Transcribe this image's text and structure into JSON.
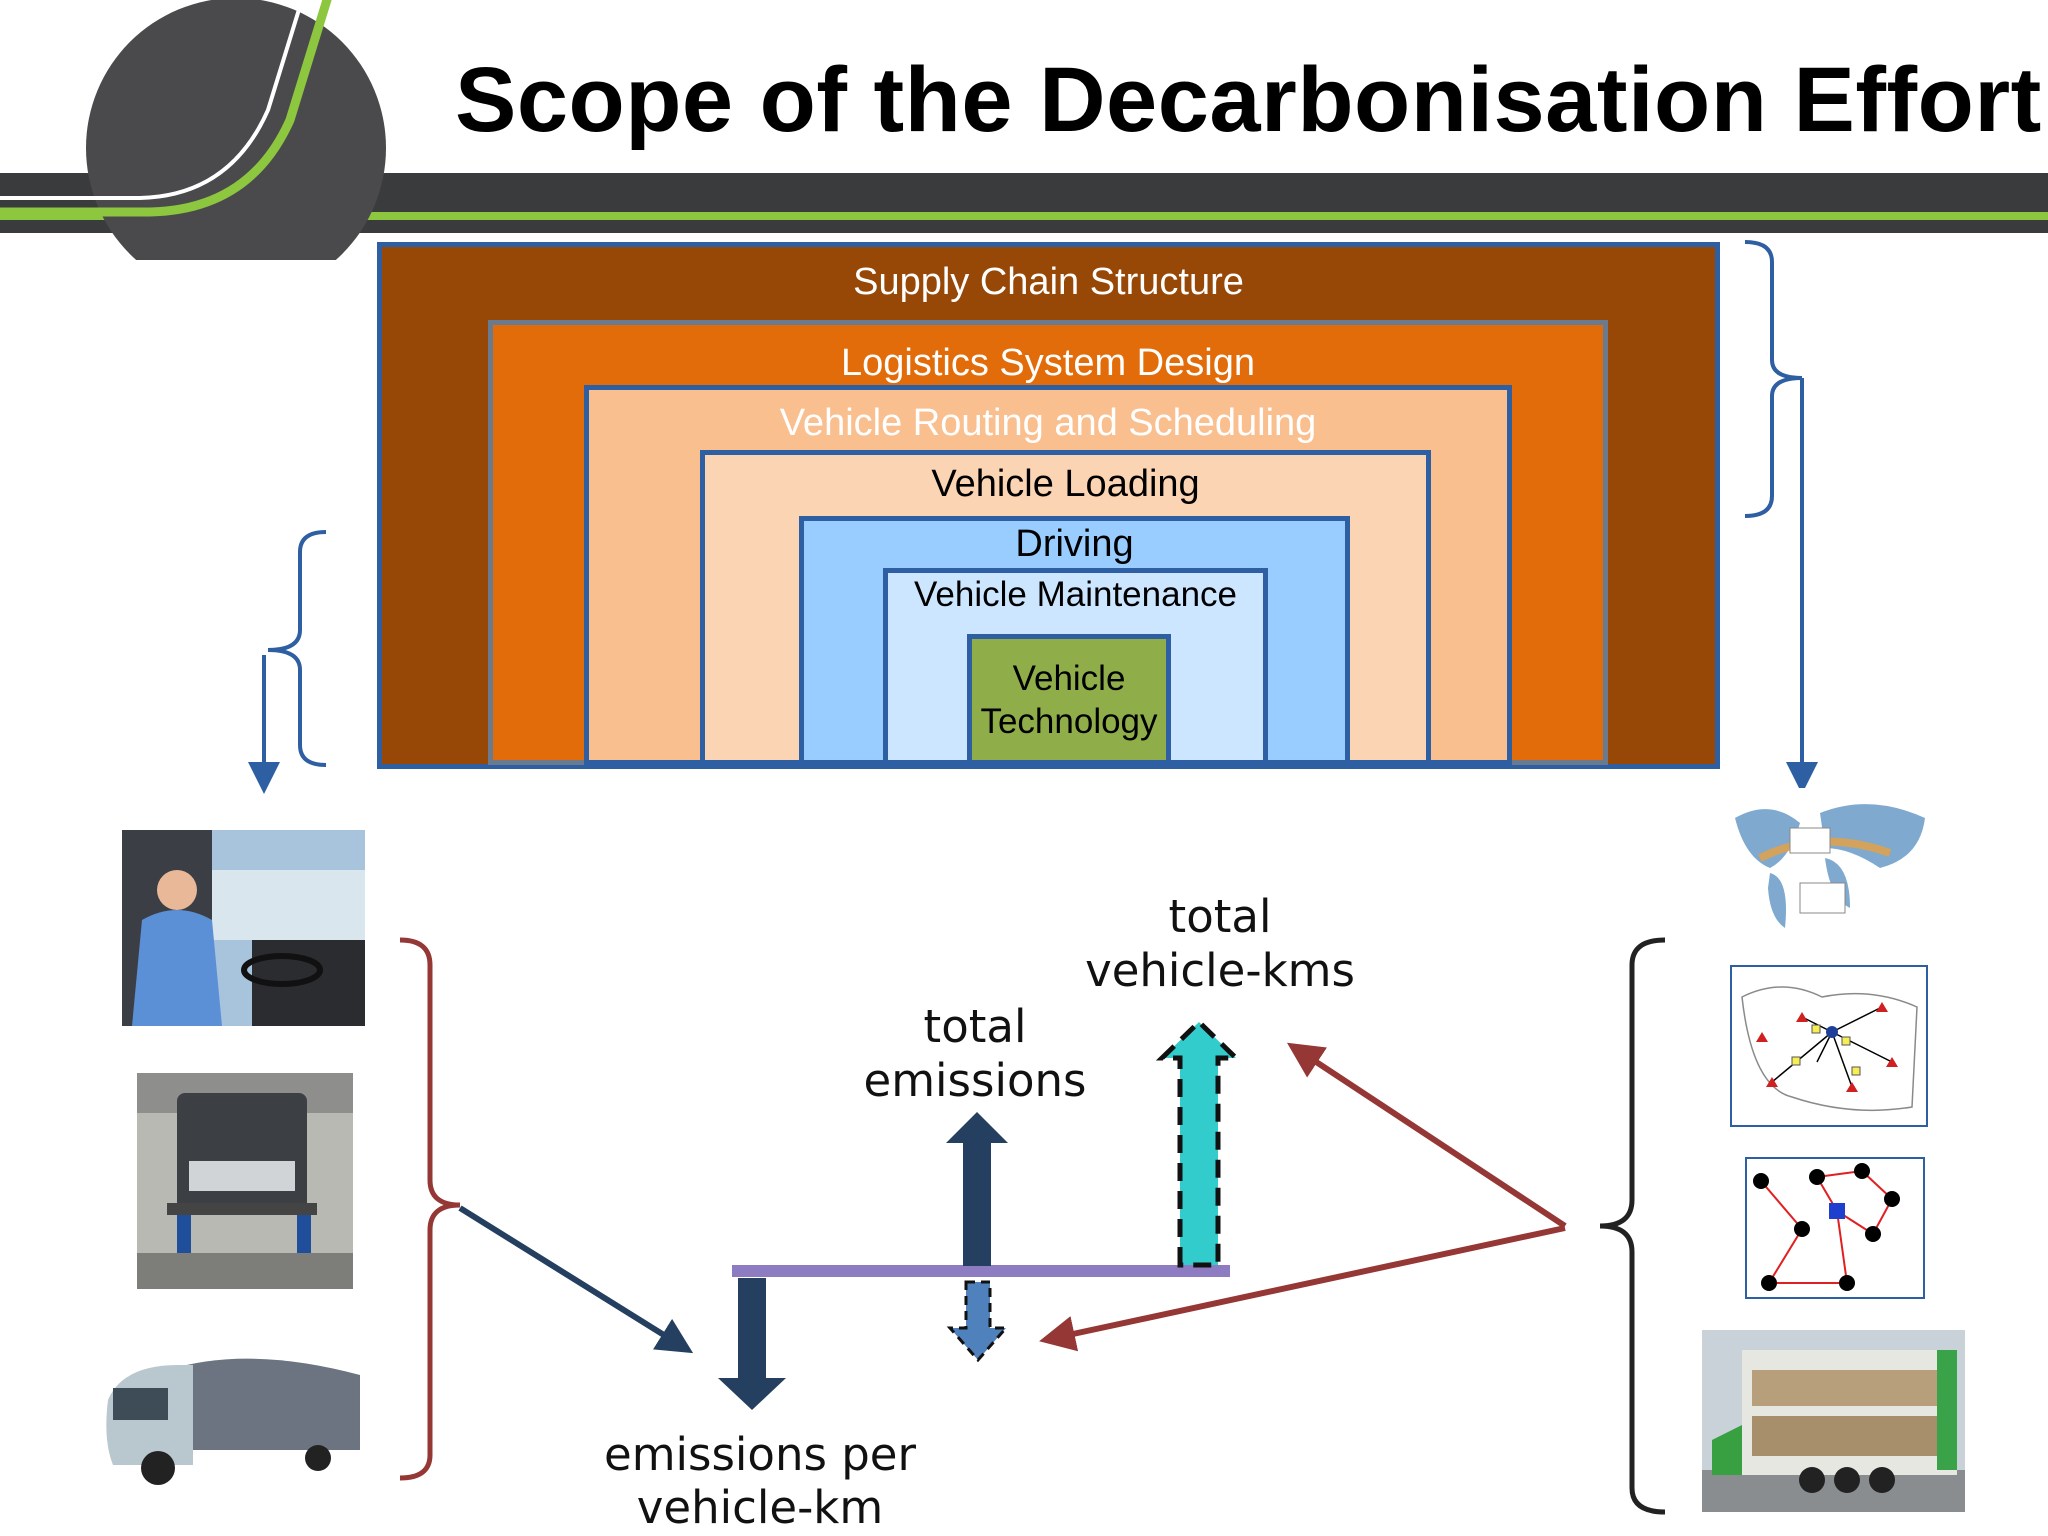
{
  "title": "Scope of the Decarbonisation Effort",
  "layers": [
    {
      "label": "Supply Chain Structure",
      "fill": "#974706"
    },
    {
      "label": "Logistics System Design",
      "fill": "#e36c0a"
    },
    {
      "label": "Vehicle Routing and Scheduling",
      "fill": "#fabf8f"
    },
    {
      "label": "Vehicle Loading",
      "fill": "#fbd4b4"
    },
    {
      "label": "Driving",
      "fill": "#99ccff"
    },
    {
      "label": "Vehicle Maintenance",
      "fill": "#cce6ff"
    },
    {
      "label_line1": "Vehicle",
      "label_line2": "Technology",
      "fill": "#8fae4a"
    }
  ],
  "metrics": {
    "total_vehicle_kms_line1": "total",
    "total_vehicle_kms_line2": "vehicle-kms",
    "total_emissions_line1": "total",
    "total_emissions_line2": "emissions",
    "emissions_per_km_line1": "emissions per",
    "emissions_per_km_line2": "vehicle-km"
  },
  "colors": {
    "header_band": "#3a3b3d",
    "green_stripe": "#8dc63f",
    "border_blue": "#2e5fa3",
    "dark_navy": "#243f60",
    "teal": "#33cccc",
    "red_arrow": "#953735",
    "lever_bar": "#8e7cc3"
  },
  "icons": {
    "left_images": [
      "driver-in-cab-photo",
      "truck-on-lift-photo",
      "aerodynamic-truck-photo"
    ],
    "right_images": [
      "world-map-photo",
      "europe-network-map",
      "routing-diagram",
      "loaded-trailer-photo"
    ]
  }
}
